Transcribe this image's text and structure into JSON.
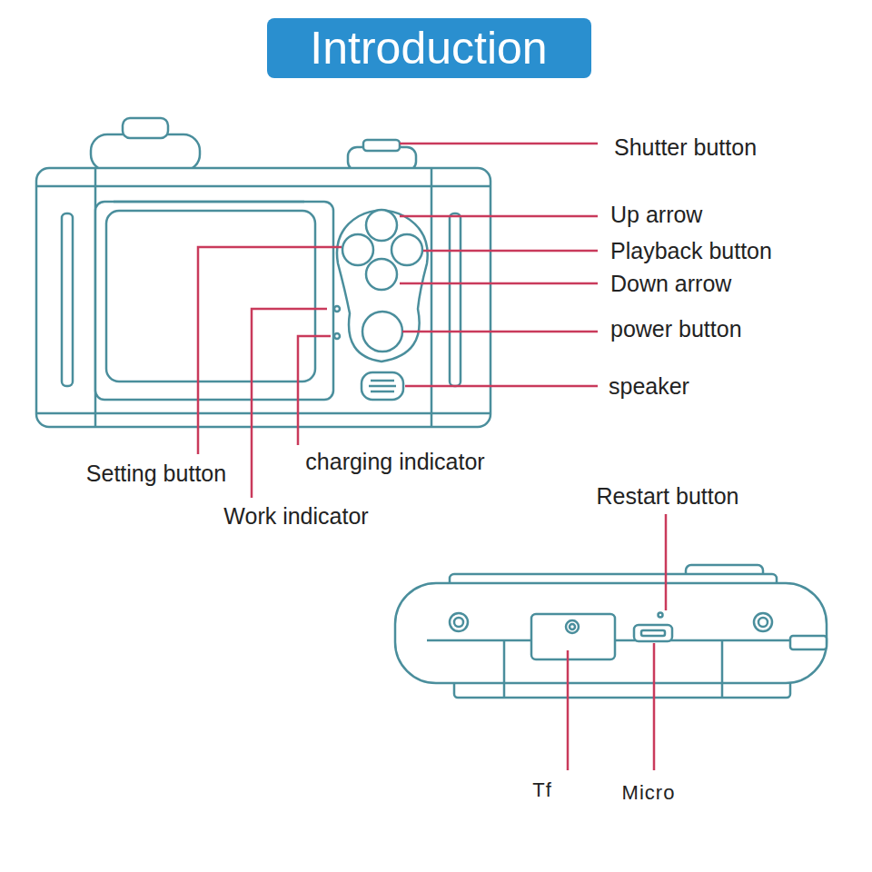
{
  "diagram": {
    "title": "Introduction",
    "labels": [
      "Shutter button",
      "Up arrow",
      "Playback button",
      "Down arrow",
      "power button",
      "speaker",
      "Setting button",
      "Work indicator",
      "charging indicator",
      "Restart button",
      "Tf",
      "Micro"
    ]
  }
}
